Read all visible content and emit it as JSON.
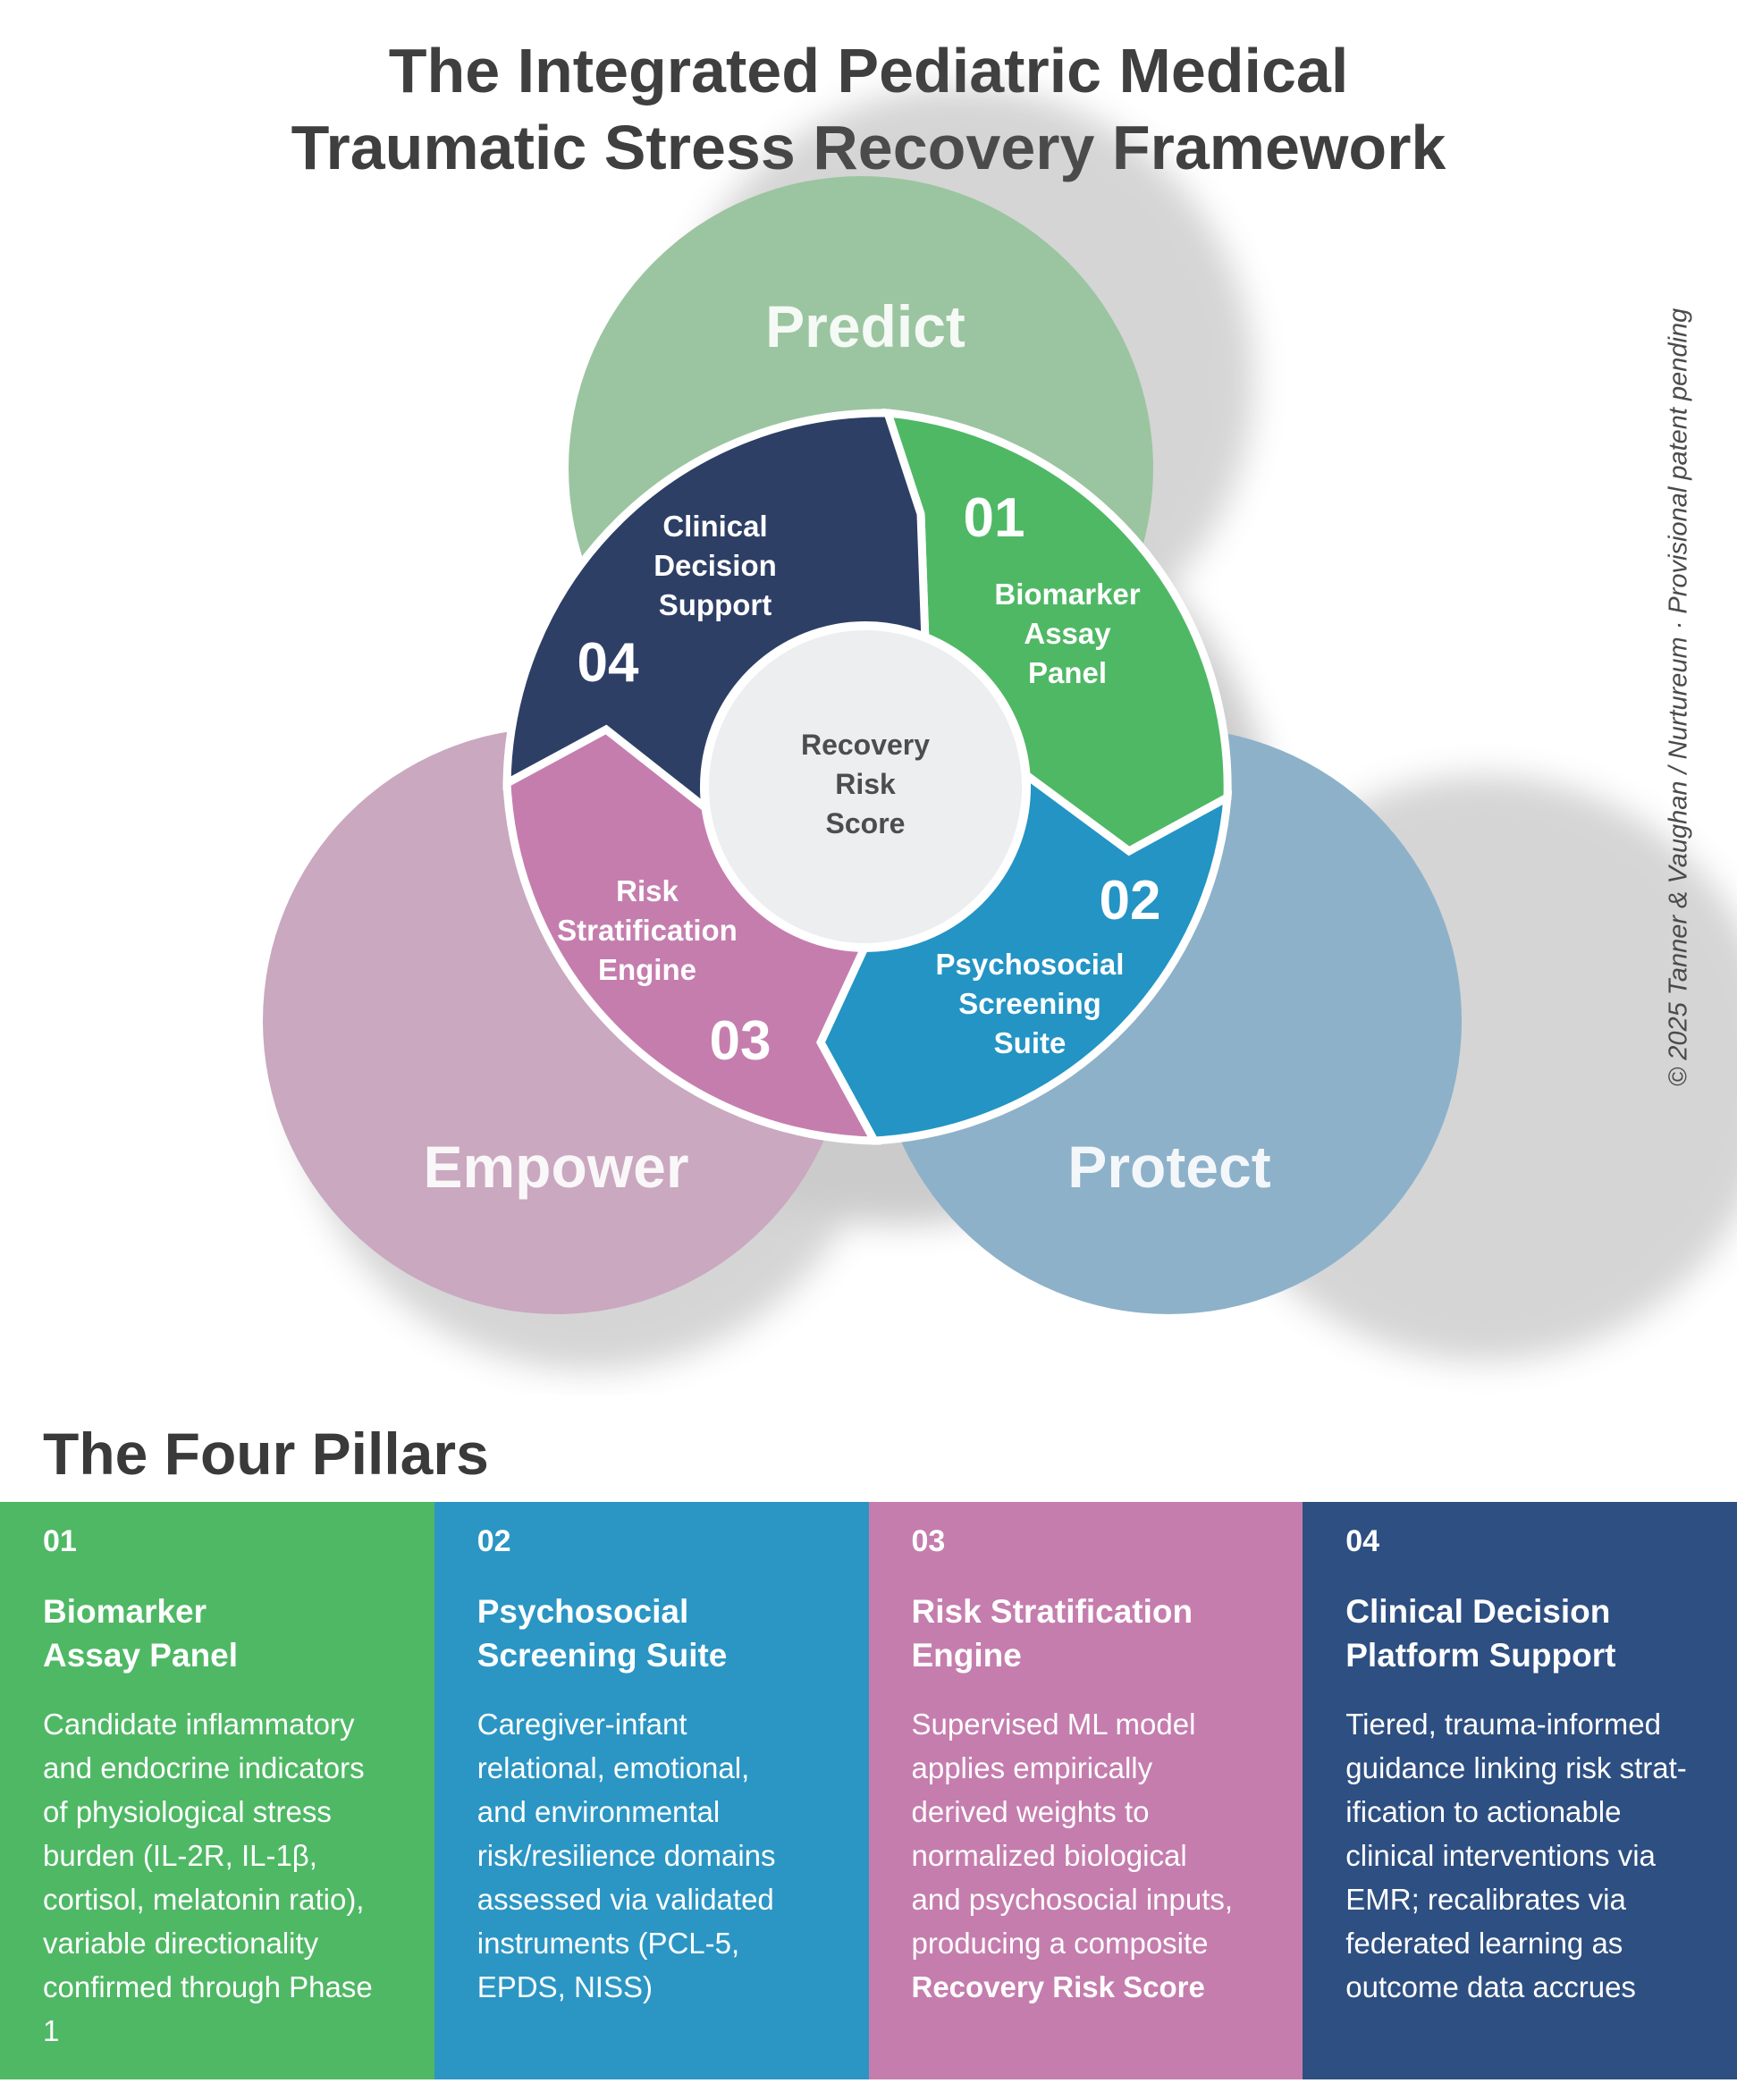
{
  "header": {
    "title_line1": "The Integrated Pediatric Medical",
    "title_line2": "Traumatic Stress Recovery Framework"
  },
  "copyright": "© 2025 Tanner & Vaughan / Nurtureum · Provisional patent pending",
  "diagram": {
    "circles": [
      {
        "label": "Predict",
        "color": "#9bc5a0"
      },
      {
        "label": "Protect",
        "color": "#8db1c9"
      },
      {
        "label": "Empower",
        "color": "#c9a8c0"
      }
    ],
    "segments": [
      {
        "num": "01",
        "line1": "Biomarker",
        "line2": "Assay",
        "line3": "Panel",
        "color": "#4fb865"
      },
      {
        "num": "02",
        "line1": "Psychosocial",
        "line2": "Screening",
        "line3": "Suite",
        "color": "#2394c4"
      },
      {
        "num": "03",
        "line1": "Risk",
        "line2": "Stratification",
        "line3": "Engine",
        "color": "#c57dae"
      },
      {
        "num": "04",
        "line1": "Clinical",
        "line2": "Decision",
        "line3": "Support",
        "color": "#2e3f66"
      }
    ],
    "center": {
      "line1": "Recovery",
      "line2": "Risk",
      "line3": "Score",
      "color": "#eceeef"
    }
  },
  "pillars": {
    "heading": "The Four Pillars",
    "items": [
      {
        "num": "01",
        "title": "Biomarker\nAssay Panel",
        "desc": "Candidate inflammatory\nand endocrine indicators\nof physiological stress\nburden (IL-2R, IL-1β,\ncortisol, melatonin ratio),\nvariable directionality\nconfirmed through Phase 1",
        "color": "#4fb865"
      },
      {
        "num": "02",
        "title": "Psychosocial\nScreening Suite",
        "desc": "Caregiver-infant\nrelational, emotional,\nand environmental\nrisk/resilience domains\nassessed via validated\ninstruments (PCL-5,\nEPDS, NISS)",
        "color": "#2b96c4"
      },
      {
        "num": "03",
        "title": "Risk Stratification\nEngine",
        "desc": "Supervised ML model\napplies empirically\nderived weights to\nnormalized biological\nand psychosocial inputs,\nproducing a composite",
        "desc_bold": "Recovery Risk Score",
        "color": "#c57dae"
      },
      {
        "num": "04",
        "title": "Clinical Decision\nPlatform Support",
        "desc": "Tiered, trauma-informed\nguidance linking risk strat-\nification to actionable\nclinical interventions via\nEMR; recalibrates via\nfederated learning as\noutcome data accrues",
        "color": "#2e4f82"
      }
    ]
  }
}
